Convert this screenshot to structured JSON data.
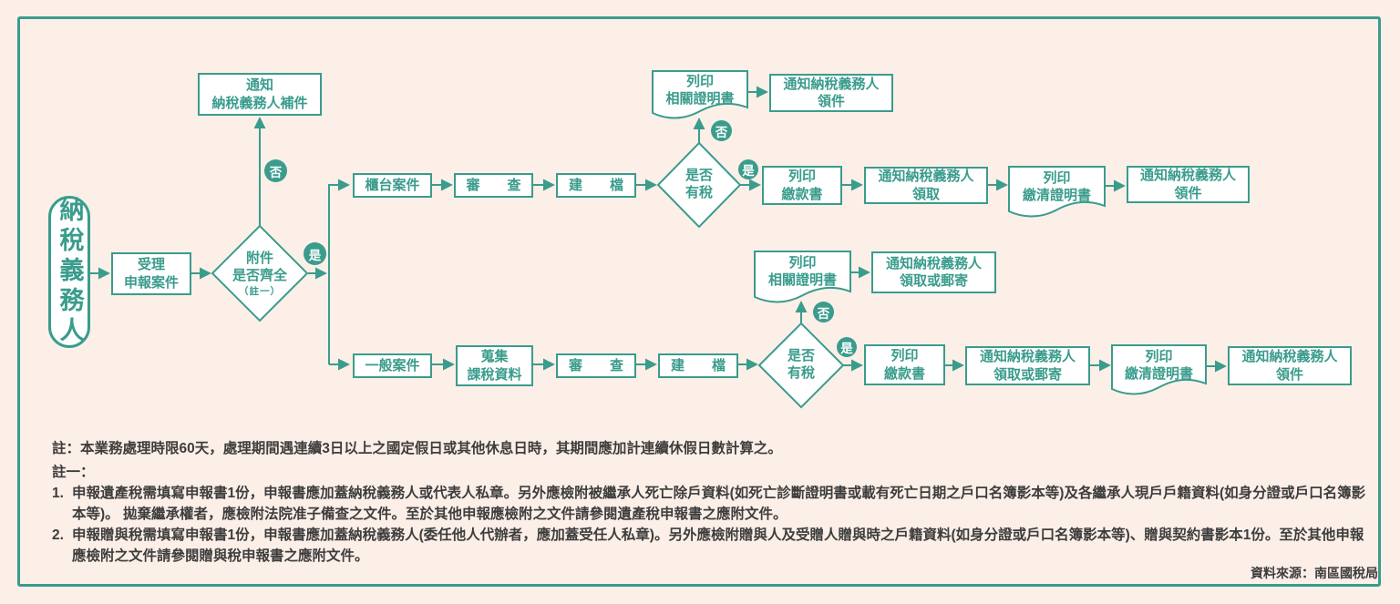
{
  "colors": {
    "accent": "#3a9c8c",
    "bg": "#fcefe8",
    "ink": "#3d3d3d"
  },
  "flow": {
    "taxpayer": "納稅義務人",
    "accept": "受理\n申報案件",
    "attach_decision": {
      "l1": "附件",
      "l2": "是否齊全",
      "note": "（註一）"
    },
    "notify_supplement": "通知\n納稅義務人補件",
    "yes": "是",
    "no": "否",
    "counter_case": "櫃台案件",
    "general_case": "一般案件",
    "review": "審　　查",
    "filing": "建　　檔",
    "collect": "蒐集\n課稅資料",
    "tax_decision": "是否\n有稅",
    "print_cert": "列印\n相關證明書",
    "print_payment": "列印\n繳款書",
    "print_clearance": "列印\n繳清證明書",
    "notify_item": "通知納稅義務人\n領件",
    "notify_pickup": "通知納稅義務人\n領取",
    "notify_pickup_mail": "通知納稅義務人\n領取或郵寄"
  },
  "notes": {
    "main": "註：本業務處理時限60天，處理期間遇連續3日以上之國定假日或其他休息日時，其期間應加計連續休假日數計算之。",
    "sub_title": "註一：",
    "items": [
      {
        "num": "1.",
        "text": "申報遺產稅需填寫申報書1份，申報書應加蓋納稅義務人或代表人私章。另外應檢附被繼承人死亡除戶資料(如死亡診斷證明書或載有死亡日期之戶口名簿影本等)及各繼承人現戶戶籍資料(如身分證或戶口名簿影本等)。 拋棄繼承權者，應檢附法院准子備查之文件。至於其他申報應檢附之文件請參閱遺產稅申報書之應附文件。"
      },
      {
        "num": "2.",
        "text": "申報贈與稅需填寫申報書1份，申報書應加蓋納稅義務人(委任他人代辦者，應加蓋受任人私章)。另外應檢附贈與人及受贈人贈與時之戶籍資料(如身分證或戶口名簿影本等)、贈與契約書影本1份。至於其他申報應檢附之文件請參閱贈與稅申報書之應附文件。"
      }
    ]
  },
  "source": "資料來源：南區國稅局"
}
